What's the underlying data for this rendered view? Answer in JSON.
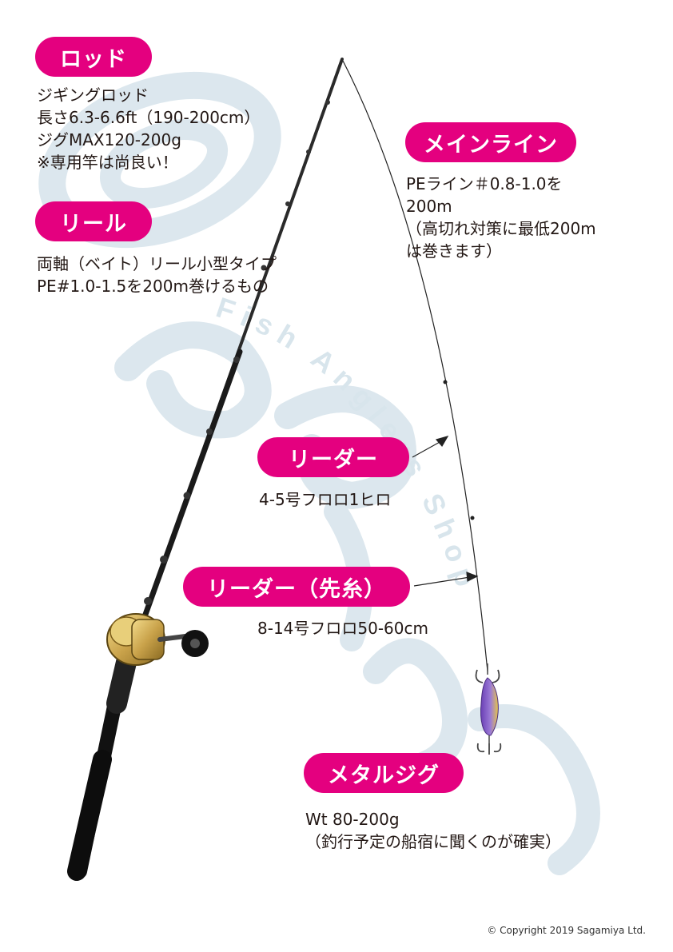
{
  "colors": {
    "label_bg": "#e4007f",
    "watermark": "#d6e3ea",
    "rod": "#1a1a1a",
    "reel_gold": "#c9a24a",
    "lure_body": "#8a63c4"
  },
  "watermark": {
    "arc_text": "Fish Anglers Shop"
  },
  "labels": {
    "rod": {
      "title": "ロッド",
      "lines": [
        "ジギングロッド",
        "長さ6.3-6.6ft（190-200cm）",
        "ジグMAX120-200g",
        "※専用竿は尚良い！"
      ]
    },
    "reel": {
      "title": "リール",
      "lines": [
        "両軸（ベイト）リール小型タイプ",
        "PE#1.0-1.5を200m巻けるもの"
      ]
    },
    "mainline": {
      "title": "メインライン",
      "lines": [
        "PEライン＃0.8-1.0を",
        "200m",
        "（高切れ対策に最低200m",
        "は巻きます）"
      ]
    },
    "leader": {
      "title": "リーダー",
      "lines": [
        "4-5号フロロ1ヒロ"
      ]
    },
    "leader2": {
      "title": "リーダー（先糸）",
      "lines": [
        "8-14号フロロ50-60cm"
      ]
    },
    "jig": {
      "title": "メタルジグ",
      "lines": [
        "Wt 80-200g",
        "（釣行予定の船宿に聞くのが確実）"
      ]
    }
  },
  "copyright": "© Copyright 2019 Sagamiya Ltd."
}
